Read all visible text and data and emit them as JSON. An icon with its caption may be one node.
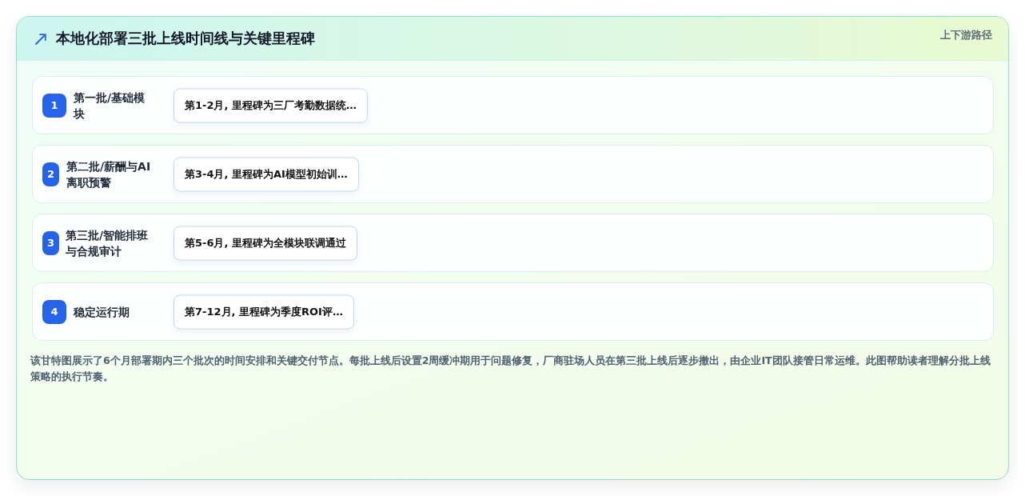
{
  "diagram": {
    "title": "本地化部署三批上线时间线与关键里程碑",
    "nodes": [
      {
        "text": [
          "第一批/基础模块"
        ]
      },
      {
        "text": [
          "1"
        ],
        "in": 0
      },
      {
        "text": [
          "第1-2月, 里程碑为三厂考勤数据统…"
        ],
        "in": 0
      },
      {
        "text": [
          "第二批/薪酬与AI离职预警"
        ]
      },
      {
        "text": [
          "2"
        ],
        "in": 3
      },
      {
        "text": [
          "第3-4月, 里程碑为AI模型初始训…"
        ],
        "in": 3
      },
      {
        "text": [
          "第三批/智能排班与合规审计"
        ]
      },
      {
        "text": [
          "3"
        ],
        "in": 6
      },
      {
        "text": [
          "第5-6月, 里程碑为全模块联调通过"
        ],
        "in": 6
      },
      {
        "text": [
          "稳定运行期"
        ]
      },
      {
        "text": [
          "4"
        ],
        "in": 9
      },
      {
        "text": [
          "第7-12月, 里程碑为季度ROI评…"
        ],
        "in": 9
      }
    ],
    "labels": [
      "上下游路径"
    ],
    "caption": "该甘特图展示了6个月部署期内三个批次的时间安排和关键交付节点。每批上线后设置2周缓冲期用于问题修复，厂商驻场人员在第三批上线后逐步撤出，由企业IT团队接管日常运维。此图帮助读者理解分批上线策略的执行节奏。"
  }
}
